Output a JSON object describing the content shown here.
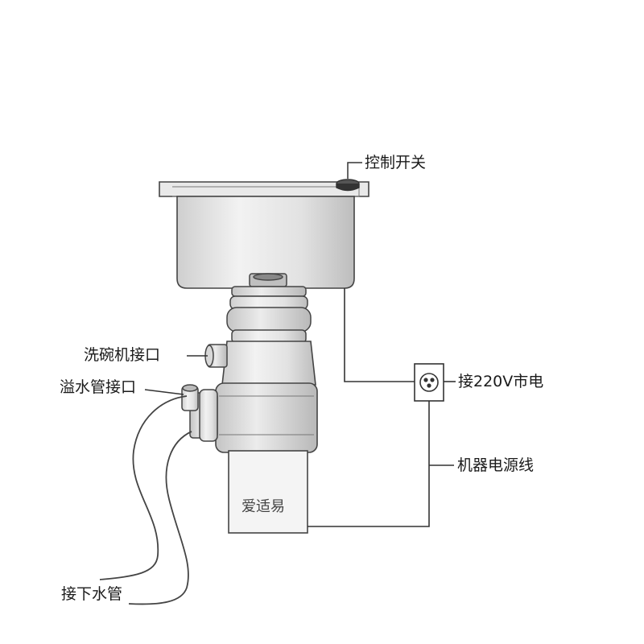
{
  "labels": {
    "control_switch": "控制开关",
    "dishwasher_inlet": "洗碗机接口",
    "overflow_inlet": "溢水管接口",
    "power_220v": "接220V市电",
    "power_cord": "机器电源线",
    "drain_pipe": "接下水管"
  },
  "brand": "爱适易",
  "colors": {
    "line": "#444444",
    "shade": "#d9d9d9",
    "light": "#f0f0f0"
  }
}
